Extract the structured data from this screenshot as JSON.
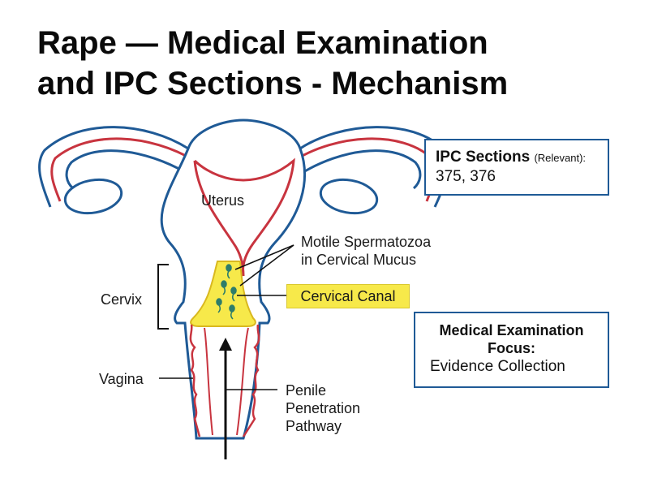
{
  "title": {
    "line1": "Rape — Medical Examination",
    "line2": "and IPC Sections - Mechanism"
  },
  "labels": {
    "uterus": "Uterus",
    "spermatozoa_line1": "Motile Spermatozoa",
    "spermatozoa_line2": "in Cervical Mucus",
    "cervical_canal": "Cervical Canal",
    "cervix": "Cervix",
    "vagina": "Vagina",
    "pathway_line1": "Penile",
    "pathway_line2": "Penetration",
    "pathway_line3": "Pathway"
  },
  "ipc_box": {
    "heading": "IPC Sections",
    "heading_note": "(Relevant):",
    "values": "375, 376"
  },
  "exam_box": {
    "heading_line1": "Medical Examination",
    "heading_line2": "Focus:",
    "value": "Evidence Collection"
  },
  "colors": {
    "outer_outline": "#1f5a96",
    "inner_lining": "#c8343f",
    "mucus_fill": "#f7e94a",
    "sperm": "#2e7d6a",
    "box_border": "#1f5a96"
  }
}
